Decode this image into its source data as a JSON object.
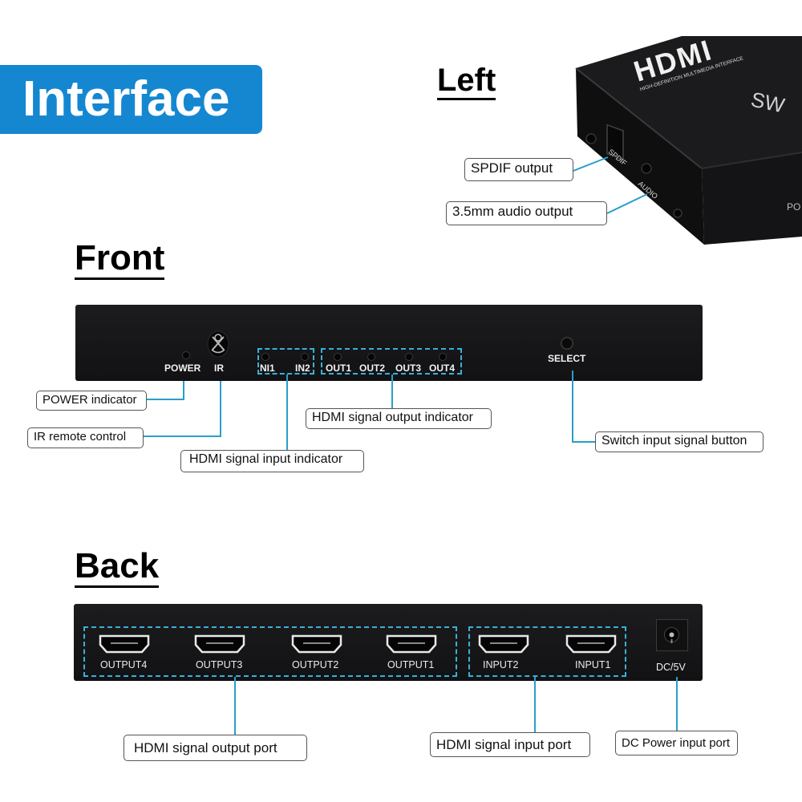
{
  "banner": {
    "title": "Interface",
    "color": "#1587d1"
  },
  "sections": {
    "left": {
      "heading": "Left",
      "device": {
        "brand": "HDMI",
        "brand_sub": "HIGH-DEFINITION MULTIMEDIA INTERFACE",
        "model_partial": "SW",
        "side_label_partial": "PO",
        "port_labels": [
          "SPDIF",
          "AUDIO"
        ]
      },
      "callouts": [
        "SPDIF output",
        "3.5mm audio output"
      ]
    },
    "front": {
      "heading": "Front",
      "panel_labels": {
        "power": "POWER",
        "ir": "IR",
        "in1": "NI1",
        "in2": "IN2",
        "out1": "OUT1",
        "out2": "OUT2",
        "out3": "OUT3",
        "out4": "OUT4",
        "select": "SELECT"
      },
      "callouts": {
        "power": "POWER  indicator",
        "ir": "IR remote control",
        "input_indicator": "HDMI signal input indicator",
        "output_indicator": "HDMI signal output indicator",
        "switch": "Switch input signal button"
      }
    },
    "back": {
      "heading": "Back",
      "ports": [
        "OUTPUT4",
        "OUTPUT3",
        "OUTPUT2",
        "OUTPUT1",
        "INPUT2",
        "INPUT1"
      ],
      "dc_label": "DC/5V",
      "callouts": {
        "output_port": "HDMI signal output port",
        "input_port": "HDMI signal input port",
        "dc_port": "DC Power input port"
      }
    }
  },
  "colors": {
    "leader": "#2a9fc9",
    "device": "#161618"
  }
}
